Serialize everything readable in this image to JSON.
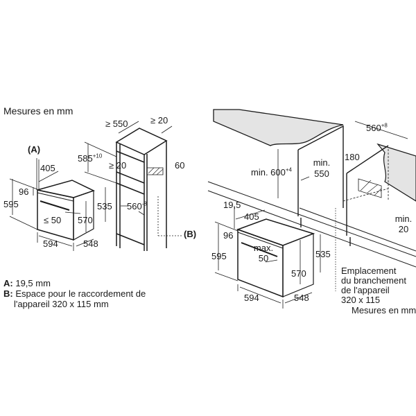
{
  "left": {
    "units_label": "Mesures en mm",
    "label_a": "(A)",
    "label_b": "(B)",
    "dims": {
      "d405": "405",
      "d96": "96",
      "d595": "595",
      "d535": "535",
      "d570": "570",
      "d_le50": "≤ 50",
      "d594": "594",
      "d548": "548",
      "d_ge550": "≥ 550",
      "d_ge20_top": "≥ 20",
      "d585": "585",
      "d585_sup": "+10",
      "d_ge20_mid": "≥ 20",
      "d60": "60",
      "d560": "560",
      "d560_sup": "-8"
    },
    "legend": {
      "a_key": "A:",
      "a_text": "19,5 mm",
      "b_key": "B:",
      "b_text_1": "Espace pour le raccordement de",
      "b_text_2": "l'appareil 320 x 115 mm"
    }
  },
  "right": {
    "dims": {
      "d560": "560",
      "d560_sup": "+8",
      "min600": "min. 600",
      "min600_sup": "+4",
      "min550_a": "min.",
      "min550_b": "550",
      "d180": "180",
      "d19_5": "19,5",
      "d405": "405",
      "d96": "96",
      "d595": "595",
      "d535": "535",
      "max50_a": "max.",
      "max50_b": "50",
      "d570": "570",
      "d594": "594",
      "d548": "548",
      "min20_a": "min.",
      "min20_b": "20"
    },
    "connection_note": [
      "Emplacement",
      "du branchement",
      "de l'appareil",
      "320 x 115"
    ],
    "units_label": "Mesures en mm"
  }
}
